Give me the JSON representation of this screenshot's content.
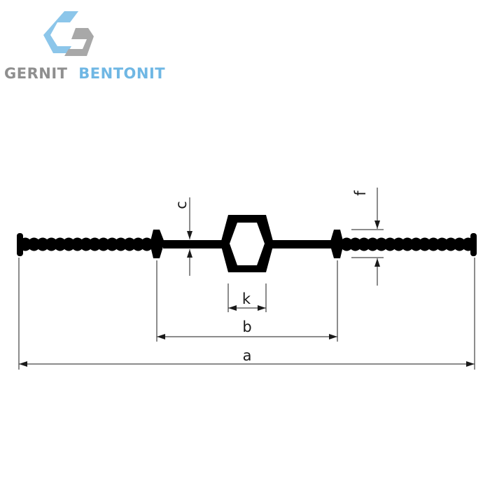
{
  "logo": {
    "word1": "GERNIT",
    "word2": "BENTONIT",
    "word1_color": "#8f8f8f",
    "word2_color": "#6fb7e4",
    "mark_light": "#8cc6ea",
    "mark_dark": "#a8a8a8"
  },
  "diagram": {
    "profile_color": "#000000",
    "dimension_color": "#1a1a1a",
    "labels": {
      "a": "a",
      "b": "b",
      "c": "c",
      "f": "f",
      "k": "k"
    }
  }
}
